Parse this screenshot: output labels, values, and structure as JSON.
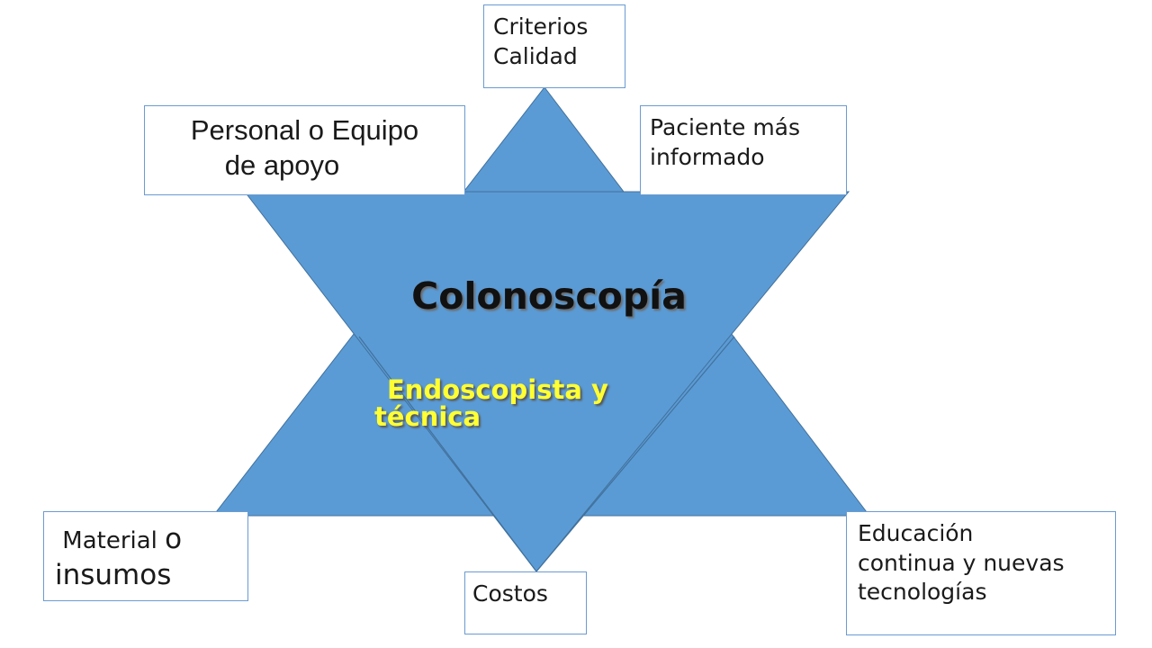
{
  "colors": {
    "star_fill": "#5b9bd5",
    "star_stroke": "#41719c",
    "box_border": "#6b9bd1",
    "title_text": "#111111",
    "subtitle_text": "#ffff33"
  },
  "center": {
    "title": "Colonoscopía",
    "subtitle_line1": "Endoscopista y",
    "subtitle_line2": "técnica"
  },
  "boxes": {
    "criterios": {
      "line1": "Criterios",
      "line2": "Calidad"
    },
    "personal": {
      "line1": "Personal o Equipo",
      "line2": "de apoyo"
    },
    "paciente": {
      "line1": "Paciente más",
      "line2": "informado"
    },
    "material": {
      "part1": " Material ",
      "part2": "o",
      "line2": "insumos"
    },
    "costos": {
      "label": "Costos"
    },
    "educacion": {
      "line1": "Educación",
      "line2": "continua y nuevas",
      "line3": "tecnologías"
    }
  }
}
